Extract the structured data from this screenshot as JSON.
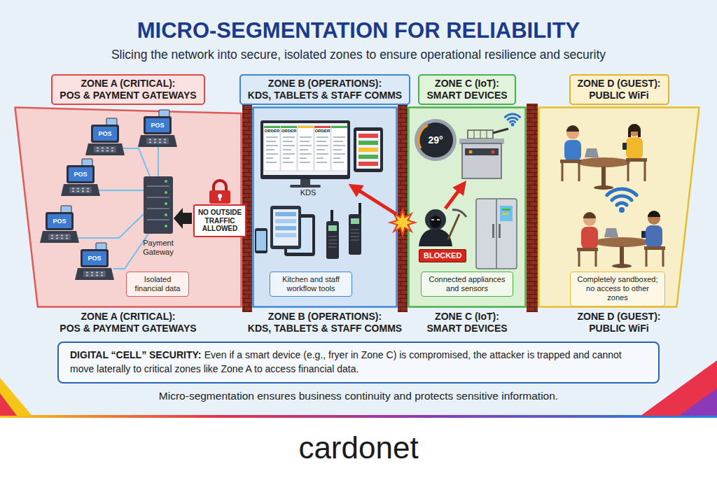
{
  "diagram": {
    "title": "MICRO-SEGMENTATION FOR RELIABILITY",
    "caption": "Micro-segmentation ensures business continuity and protects sensitive information.",
    "nodes": [
      {
        "text": [
          "ZONE A (CRITICAL):",
          "POS & PAYMENT GATEWAYS"
        ]
      },
      {
        "text": [
          "ZONE B (OPERATIONS):",
          "KDS, TABLETS & STAFF COMMS"
        ]
      },
      {
        "text": [
          "ZONE C (IoT):",
          "SMART DEVICES"
        ]
      },
      {
        "text": [
          "ZONE D (GUEST):",
          "PUBLIC WiFi"
        ]
      },
      {
        "text": [
          "ZONE A (CRITICAL):",
          "POS & PAYMENT GATEWAYS"
        ]
      },
      {
        "text": [
          "Isolated financial data"
        ],
        "in": 4
      },
      {
        "text": [
          "NO OUTSIDE TRAFFIC ALLOWED"
        ],
        "in": 4
      },
      {
        "text": [
          "ZONE B (OPERATIONS):",
          "KDS, TABLETS & STAFF COMMS"
        ]
      },
      {
        "text": [
          "Kitchen and staff workflow tools"
        ],
        "in": 7
      },
      {
        "text": [
          "ZONE C (IoT):",
          "SMART DEVICES"
        ]
      },
      {
        "text": [
          "BLOCKED"
        ],
        "in": 9
      },
      {
        "text": [
          "Connected appliances and sensors"
        ],
        "in": 9
      },
      {
        "text": [
          "ZONE D (GUEST):",
          "PUBLIC WiFi"
        ]
      },
      {
        "text": [
          "Completely sandboxed; no access to other zones"
        ],
        "in": 12
      },
      {
        "text": [
          "DIGITAL “CELL” SECURITY:",
          "Even if a smart device (e.g., fryer in Zone C) is compromised, the attacker is trapped and cannot move laterally to critical zones like Zone A to access financial data."
        ]
      }
    ],
    "labels": [
      "Slicing the network into secure, isolated zones to ensure operational resilience and security",
      "POS",
      "POS",
      "POS",
      "POS",
      "POS",
      "Payment Gateway",
      "ORDER",
      "ORDER",
      "ORDER",
      "KDS",
      "29°",
      "cardonet"
    ]
  }
}
